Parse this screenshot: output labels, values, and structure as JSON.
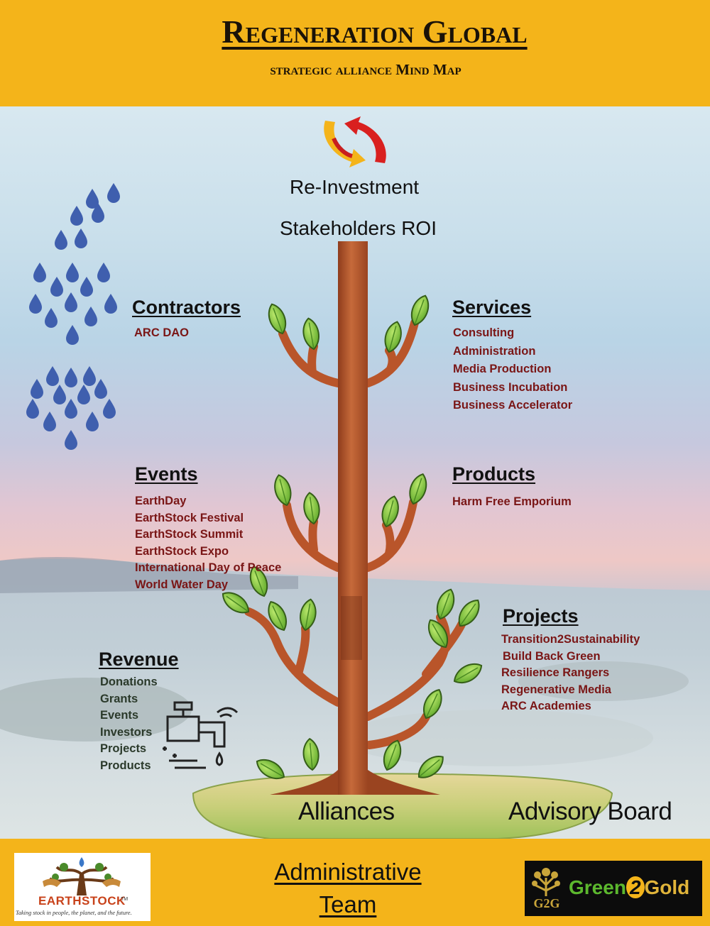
{
  "header": {
    "title": "Regeneration Global",
    "subtitle": "strategic alliance Mind Map"
  },
  "top_labels": {
    "reinvestment": "Re-Investment",
    "roi": "Stakeholders ROI"
  },
  "branches": {
    "contractors": {
      "heading": "Contractors",
      "items": [
        "ARC DAO"
      ]
    },
    "services": {
      "heading": "Services",
      "items": [
        "Consulting",
        "Administration",
        "Media Production",
        "Business Incubation",
        "Business Accelerator"
      ]
    },
    "events": {
      "heading": "Events",
      "items": [
        "EarthDay",
        "EarthStock Festival",
        "EarthStock Summit",
        "EarthStock Expo",
        "International Day of Peace",
        "World Water Day"
      ]
    },
    "products": {
      "heading": "Products",
      "items": [
        "Harm Free Emporium"
      ]
    },
    "projects": {
      "heading": "Projects",
      "items": [
        "Transition2Sustainability",
        "Build Back Green",
        "Resilience Rangers",
        "Regenerative Media",
        "ARC Academies"
      ]
    },
    "revenue": {
      "heading": "Revenue",
      "items": [
        "Donations",
        "Grants",
        "Events",
        "Investors",
        "Projects",
        "Products"
      ]
    }
  },
  "base_labels": {
    "alliances": "Alliances",
    "advisory": "Advisory Board"
  },
  "footer": {
    "admin_line1": "Administrative",
    "admin_line2": "Team",
    "earthstock_logo": "EARTHSTOCK",
    "earthstock_tm": "TM",
    "earthstock_tagline": "Taking stock in people, the planet, and the future.",
    "g2g_badge": "G2G",
    "g2g_green": "Green",
    "g2g_two": "2",
    "g2g_gold": "Gold"
  },
  "icons": {
    "cycle": "reinvestment-cycle-icon",
    "rain": "raindrop-icon",
    "tap": "smart-water-tap-icon"
  },
  "colors": {
    "header_bg": "#f4b41a",
    "trunk": "#b9552a",
    "leaf": "#7cc23a",
    "drops": "#3f5fae",
    "list_text": "#7a1616"
  }
}
